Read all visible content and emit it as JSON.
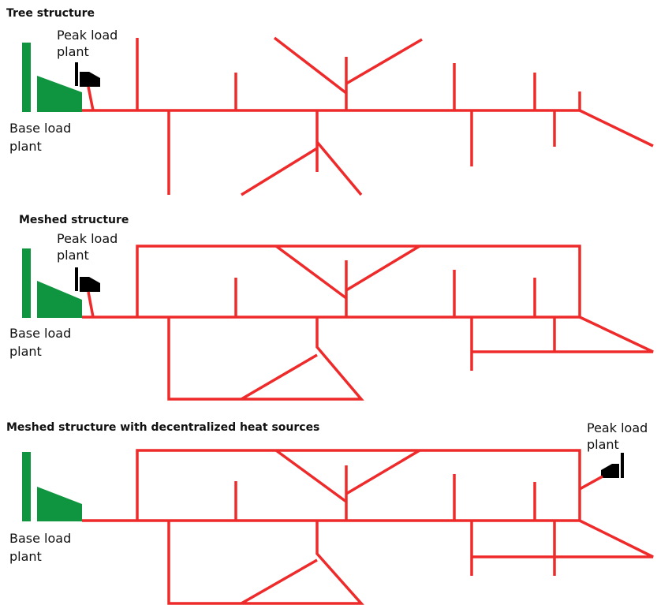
{
  "colors": {
    "pipe": "#ee2a2a",
    "base_plant": "#0f9440",
    "peak_plant": "#000000",
    "text": "#111111"
  },
  "panels": [
    {
      "title": "Tree structure",
      "base_label_line1": "Base load",
      "base_label_line2": "plant",
      "peak_label_line1": "Peak load",
      "peak_label_line2": "plant"
    },
    {
      "title": "Meshed structure",
      "base_label_line1": "Base load",
      "base_label_line2": "plant",
      "peak_label_line1": "Peak load",
      "peak_label_line2": "plant"
    },
    {
      "title": "Meshed structure with decentralized heat sources",
      "base_label_line1": "Base load",
      "base_label_line2": "plant",
      "peak_label_line1": "Peak load",
      "peak_label_line2": "plant"
    }
  ]
}
